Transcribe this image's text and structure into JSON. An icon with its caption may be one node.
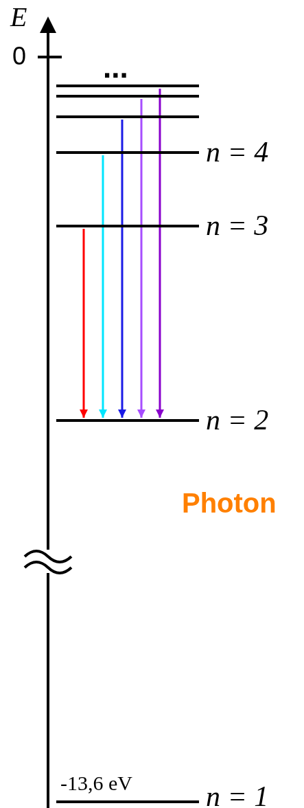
{
  "diagram": {
    "nodes": [
      {
        "text": [],
        "shape": "bar"
      },
      {
        "text": [],
        "shape": "bar"
      },
      {
        "text": [],
        "shape": "bar"
      },
      {
        "text": [],
        "shape": "bar",
        "beside": [
          "n = 4"
        ]
      },
      {
        "text": [],
        "shape": "bar",
        "beside": [
          "n = 3"
        ]
      },
      {
        "text": [],
        "shape": "bar",
        "beside": [
          "n = 2"
        ]
      },
      {
        "text": [],
        "shape": "bar",
        "beside": [
          "-13,6 eV",
          "n = 1"
        ]
      }
    ],
    "edges": [
      {
        "from": 4,
        "to": 5,
        "arrow": "to",
        "color": "#ff0000"
      },
      {
        "from": 3,
        "to": 5,
        "arrow": "to",
        "color": "#00e5ff"
      },
      {
        "from": 2,
        "to": 5,
        "arrow": "to",
        "color": "#1a1ae6"
      },
      {
        "from": 1,
        "to": 5,
        "arrow": "to",
        "color": "#a64dff"
      },
      {
        "from": 0,
        "to": 5,
        "arrow": "to",
        "color": "#8800cc"
      }
    ],
    "labels": [
      "E",
      "0",
      "...",
      "Photon"
    ]
  }
}
